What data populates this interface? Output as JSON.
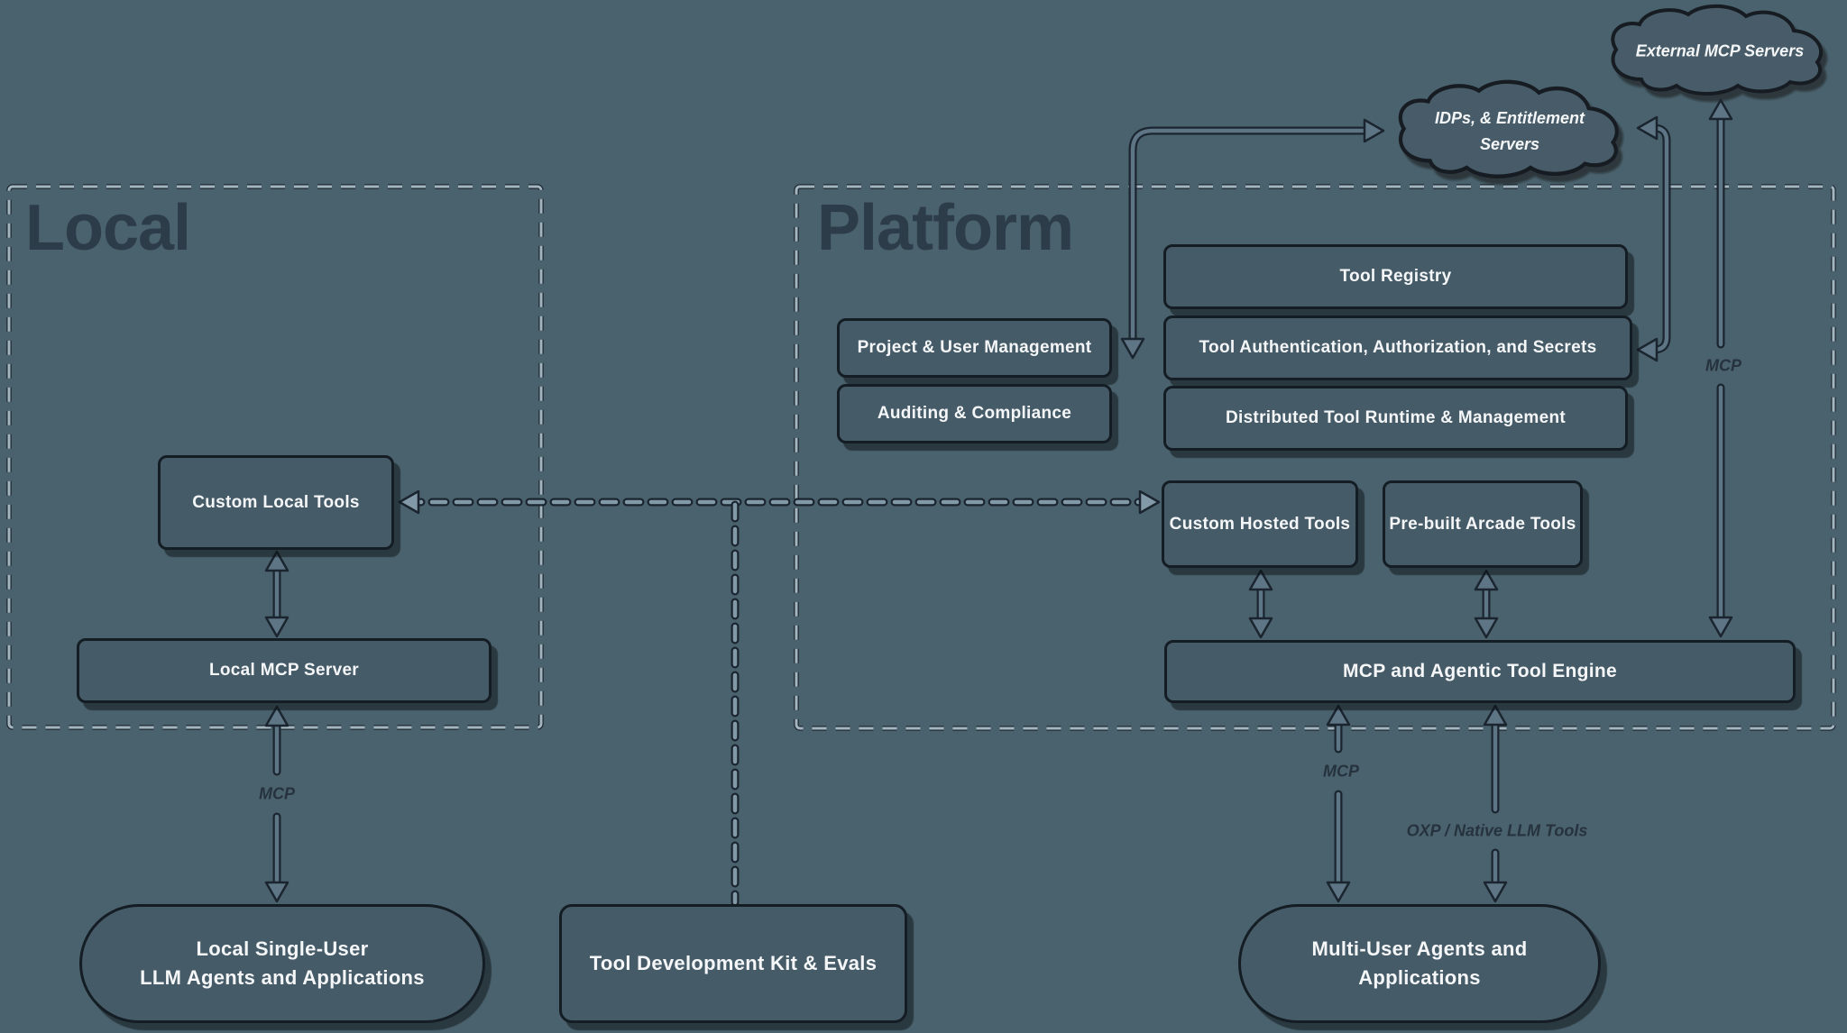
{
  "containers": {
    "local": {
      "label": "Local"
    },
    "platform": {
      "label": "Platform"
    }
  },
  "clouds": {
    "external": {
      "label": "External MCP Servers"
    },
    "idps": {
      "line1": "IDPs, & Entitlement",
      "line2": "Servers"
    }
  },
  "nodes": {
    "tool_registry": {
      "label": "Tool Registry"
    },
    "tool_auth": {
      "label": "Tool Authentication, Authorization, and Secrets"
    },
    "tool_runtime": {
      "label": "Distributed Tool Runtime & Management"
    },
    "project_mgmt": {
      "label": "Project & User Management"
    },
    "auditing": {
      "label": "Auditing & Compliance"
    },
    "custom_hosted": {
      "label": "Custom Hosted Tools"
    },
    "prebuilt": {
      "label": "Pre-built Arcade Tools"
    },
    "engine": {
      "label": "MCP and Agentic Tool Engine"
    },
    "custom_local": {
      "label": "Custom Local Tools"
    },
    "local_mcp": {
      "label": "Local MCP Server"
    },
    "local_agents": {
      "line1": "Local Single-User",
      "line2": "LLM Agents and Applications"
    },
    "tdk": {
      "label": "Tool Development Kit & Evals"
    },
    "multi_agents": {
      "line1": "Multi-User Agents and",
      "line2": "Applications"
    }
  },
  "edge_labels": {
    "mcp_local": "MCP",
    "mcp_external": "MCP",
    "mcp_multi": "MCP",
    "oxp": "OXP / Native LLM Tools"
  },
  "edges": [
    {
      "from": "custom_local",
      "to": "local_mcp",
      "style": "solid",
      "bidirectional": true
    },
    {
      "from": "local_mcp",
      "to": "local_agents",
      "style": "solid",
      "bidirectional": true,
      "label": "MCP"
    },
    {
      "from": "tdk",
      "to": "custom_local",
      "style": "dashed",
      "bidirectional": false
    },
    {
      "from": "tdk",
      "to": "custom_hosted",
      "style": "dashed",
      "bidirectional": false
    },
    {
      "from": "tool_auth",
      "to": "idps",
      "style": "solid",
      "bidirectional": true
    },
    {
      "from": "custom_hosted",
      "to": "engine",
      "style": "solid",
      "bidirectional": true
    },
    {
      "from": "prebuilt",
      "to": "engine",
      "style": "solid",
      "bidirectional": true
    },
    {
      "from": "engine",
      "to": "external",
      "style": "solid",
      "bidirectional": true,
      "label": "MCP"
    },
    {
      "from": "engine",
      "to": "multi_agents",
      "style": "solid",
      "bidirectional": true,
      "label": "MCP"
    },
    {
      "from": "engine",
      "to": "multi_agents",
      "style": "solid",
      "bidirectional": true,
      "label": "OXP / Native LLM Tools"
    }
  ],
  "colors": {
    "background": "#4a626d",
    "node_fill": "#465b68",
    "node_border": "#141c24",
    "text_light": "#f4f6f7",
    "text_dark": "#2d3c49",
    "dashed_border": "#a3b5bf",
    "wire": "#5d7584",
    "wire_dark": "#1b2530",
    "wire_dashed": "#8299a8"
  }
}
